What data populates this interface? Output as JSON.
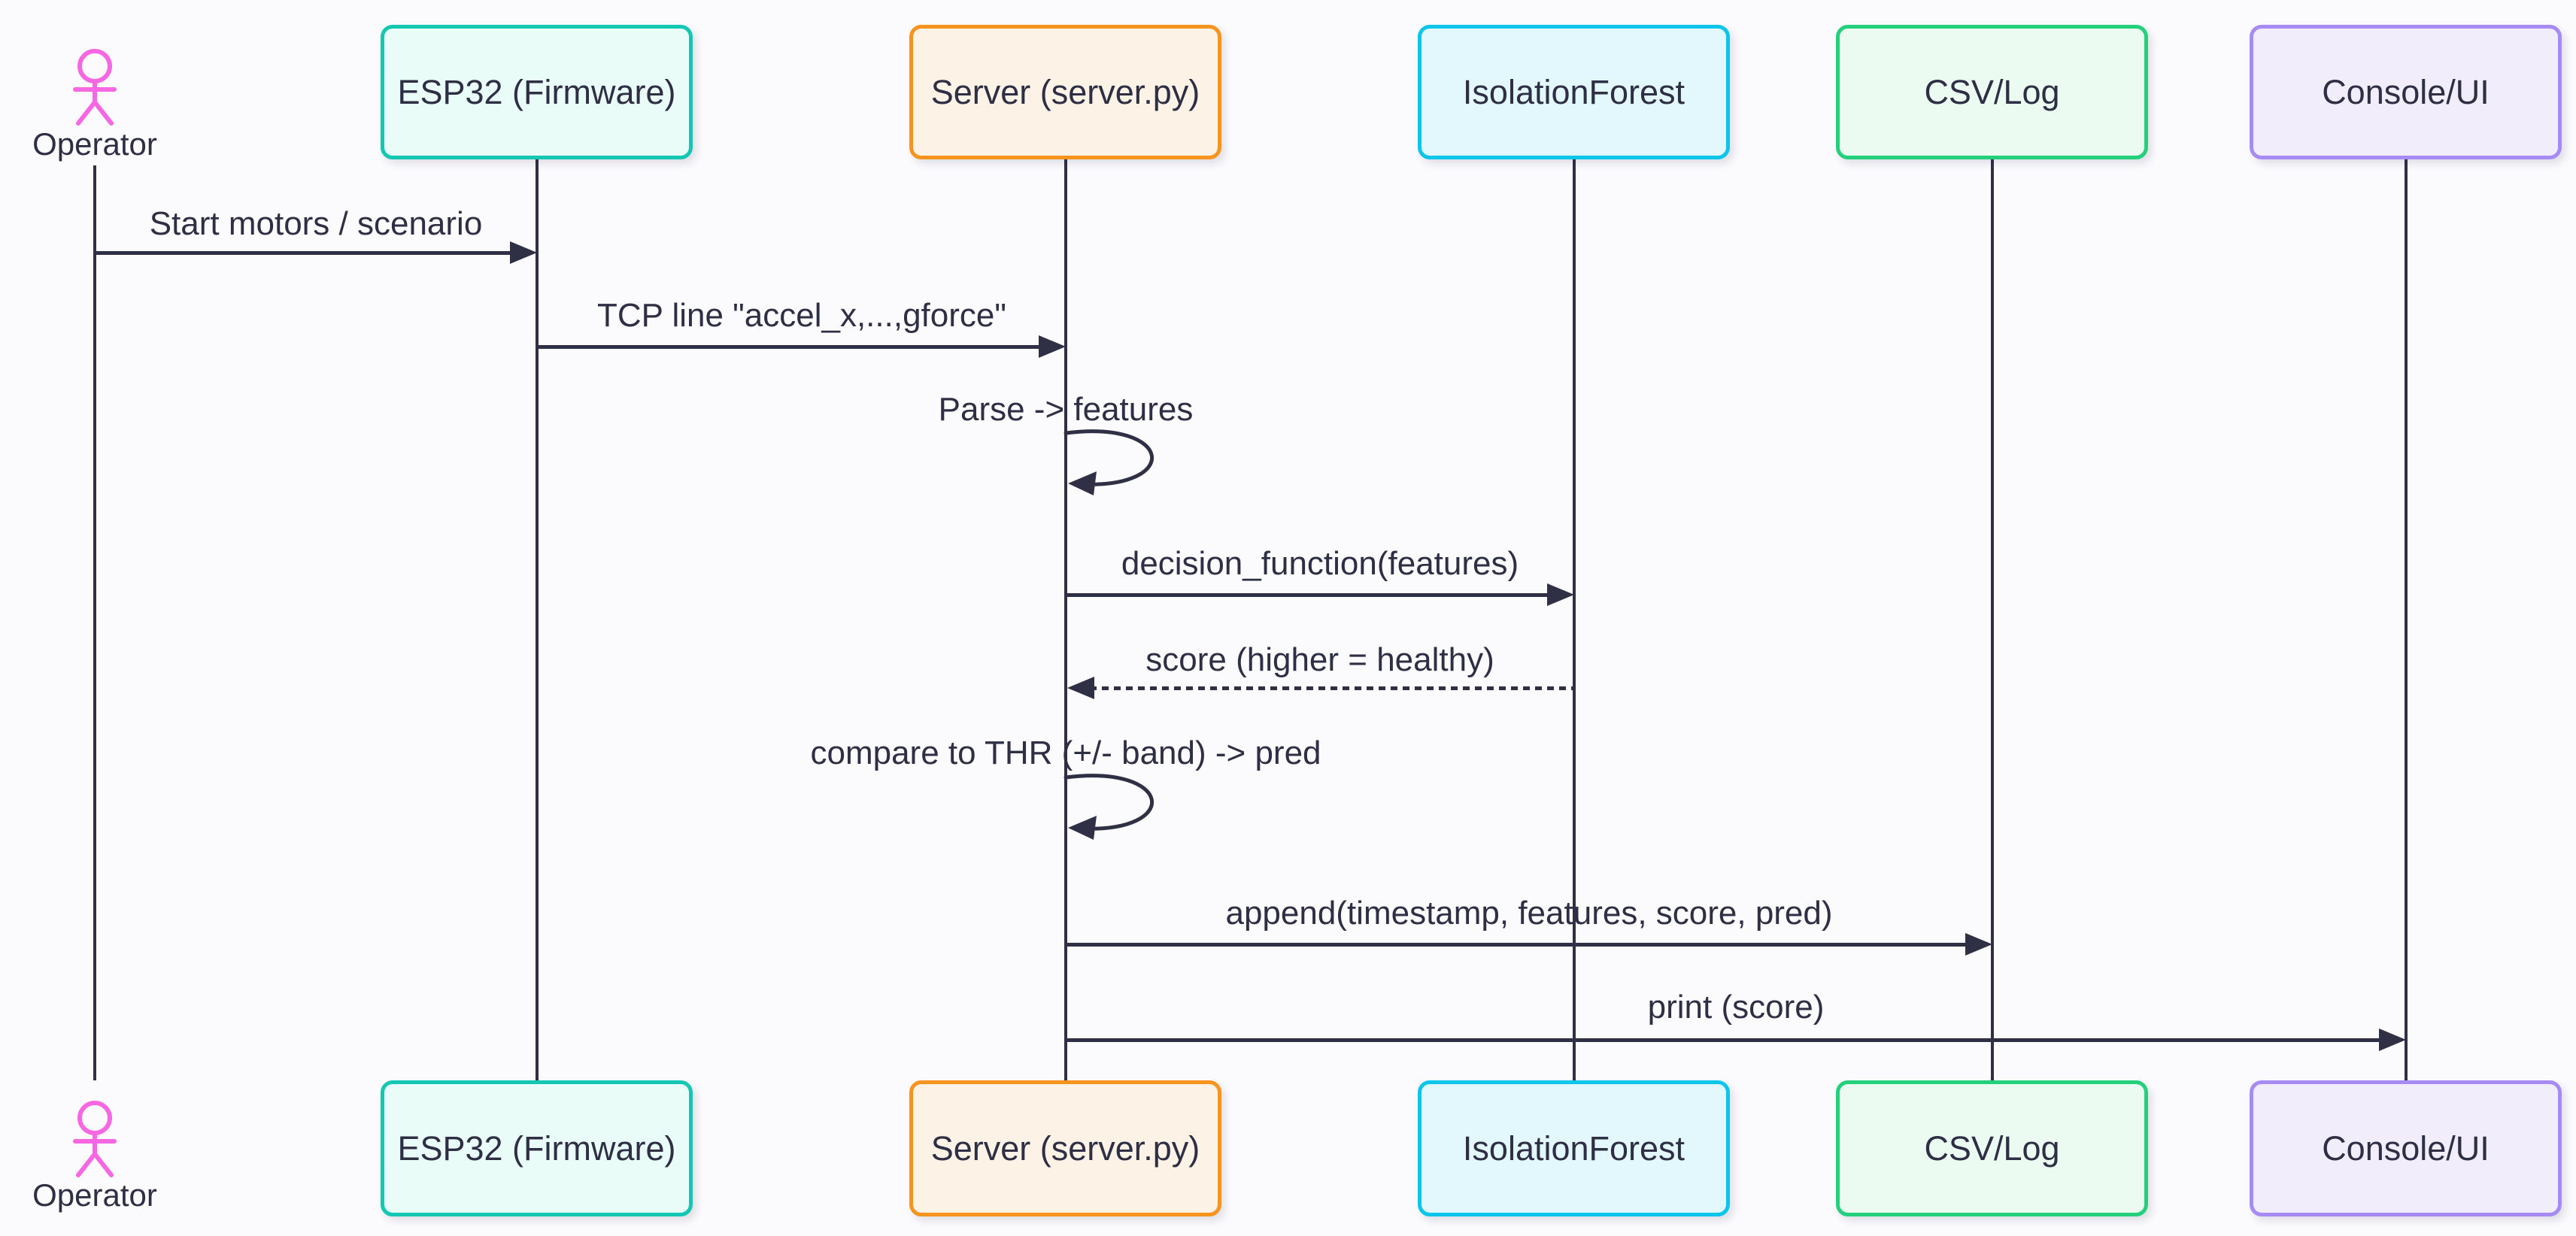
{
  "diagram": {
    "type": "sequence",
    "background_color": "#fbfbfe",
    "line_color": "#2f2f45",
    "text_color": "#2e2e44"
  },
  "actors": [
    {
      "id": "operator",
      "label": "Operator",
      "type": "actor",
      "icon": "stick-figure",
      "color": "#f767e2"
    },
    {
      "id": "esp32",
      "label": "ESP32 (Firmware)",
      "type": "participant",
      "border_color": "#14c7b2",
      "fill_color": "#e9fcf7"
    },
    {
      "id": "server",
      "label": "Server (server.py)",
      "type": "participant",
      "border_color": "#f7941e",
      "fill_color": "#fcf2e6"
    },
    {
      "id": "isolationforest",
      "label": "IsolationForest",
      "type": "participant",
      "border_color": "#0bc5ea",
      "fill_color": "#e2f8fd"
    },
    {
      "id": "csvlog",
      "label": "CSV/Log",
      "type": "participant",
      "border_color": "#25d07d",
      "fill_color": "#ebfbf2"
    },
    {
      "id": "consoleui",
      "label": "Console/UI",
      "type": "participant",
      "border_color": "#a78bf5",
      "fill_color": "#f1edfb"
    }
  ],
  "messages": [
    {
      "label": "Start motors / scenario",
      "from": "operator",
      "to": "esp32",
      "line": "solid"
    },
    {
      "label": "TCP line \"accel_x,...,gforce\"",
      "from": "esp32",
      "to": "server",
      "line": "solid"
    },
    {
      "label": "Parse -> features",
      "from": "server",
      "to": "server",
      "line": "self"
    },
    {
      "label": "decision_function(features)",
      "from": "server",
      "to": "isolationforest",
      "line": "solid"
    },
    {
      "label": "score (higher = healthy)",
      "from": "isolationforest",
      "to": "server",
      "line": "dotted"
    },
    {
      "label": "compare to THR (+/- band) -> pred",
      "from": "server",
      "to": "server",
      "line": "self"
    },
    {
      "label": "append(timestamp, features, score, pred)",
      "from": "server",
      "to": "csvlog",
      "line": "solid"
    },
    {
      "label": "print (score)",
      "from": "server",
      "to": "consoleui",
      "line": "solid"
    }
  ]
}
